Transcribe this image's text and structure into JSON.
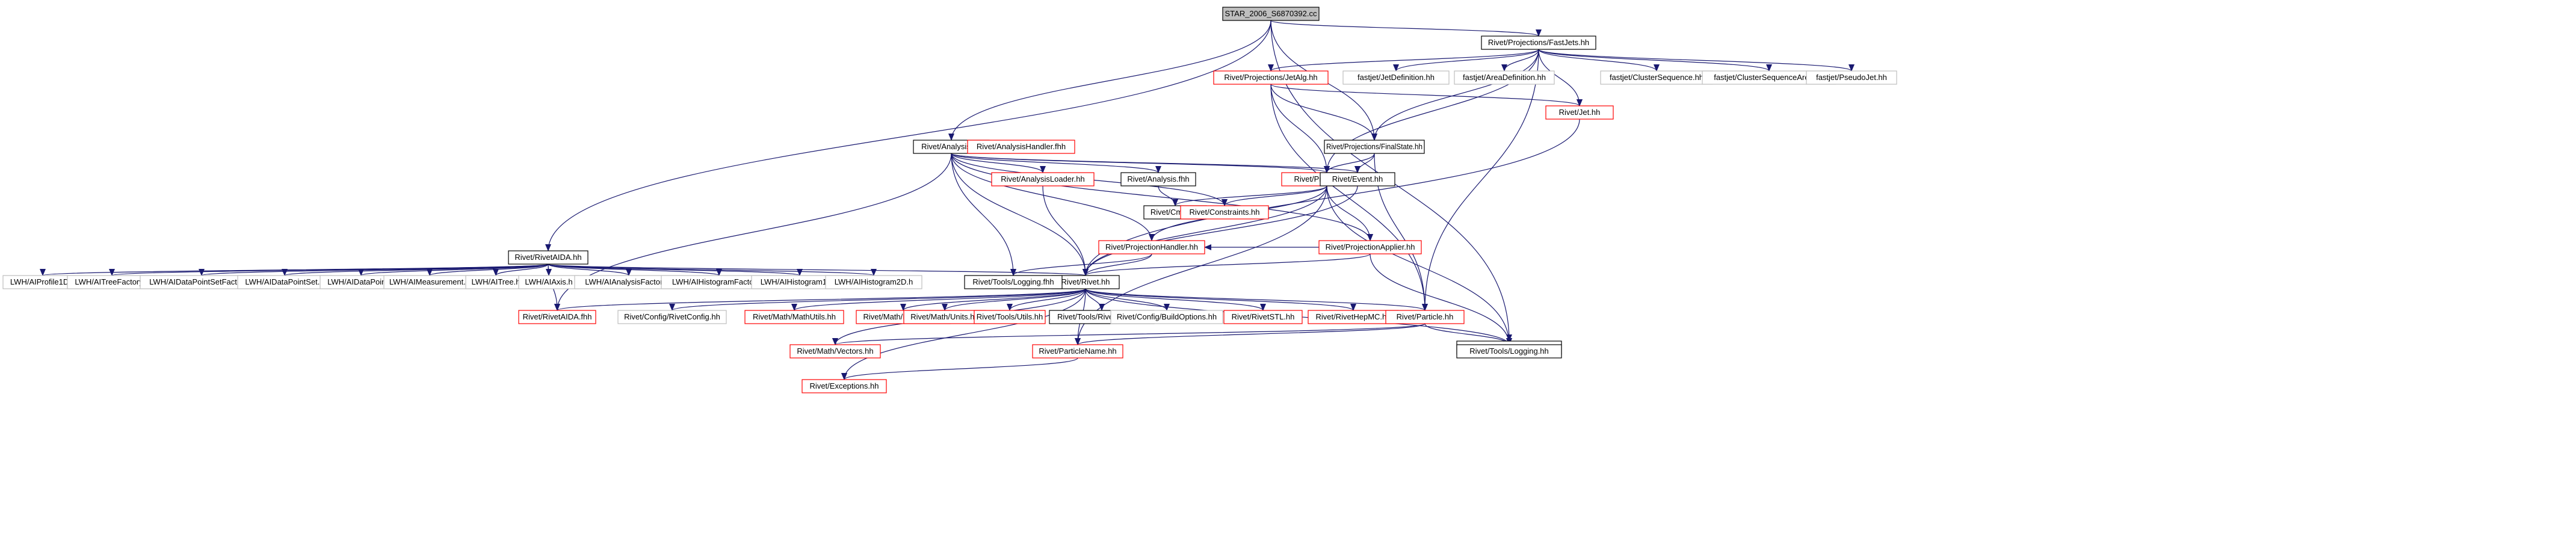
{
  "graph": {
    "root": "n0",
    "colors": {
      "normal": "#000000",
      "missing": "#ff0000",
      "external": "#bfbfbf",
      "root_fill": "#bfbfbf",
      "edge": "#191970"
    },
    "nodes": [
      {
        "id": "n0",
        "label": "STAR_2006_S6870392.cc",
        "kind": "root"
      },
      {
        "id": "n1",
        "label": "Rivet/Analysis.hh",
        "kind": "normal"
      },
      {
        "id": "n2",
        "label": "Rivet/Projections/FastJets.hh",
        "kind": "normal"
      },
      {
        "id": "n3",
        "label": "Rivet/Projections/FinalState.hh",
        "kind": "normal"
      },
      {
        "id": "n4",
        "label": "Rivet/RivetAIDA.hh",
        "kind": "normal"
      },
      {
        "id": "n5",
        "label": "Rivet/Tools/Logging.hh",
        "kind": "normal"
      },
      {
        "id": "n6",
        "label": "Rivet/Rivet.hh",
        "kind": "normal"
      },
      {
        "id": "n7",
        "label": "Rivet/AnalysisHandler.fhh",
        "kind": "missing"
      },
      {
        "id": "n8",
        "label": "Rivet/Projection.hh",
        "kind": "missing"
      },
      {
        "id": "n9",
        "label": "Rivet/Event.hh",
        "kind": "normal"
      },
      {
        "id": "n10",
        "label": "Rivet/Analysis.fhh",
        "kind": "normal"
      },
      {
        "id": "n11",
        "label": "Rivet/Cmp.fhh",
        "kind": "normal"
      },
      {
        "id": "n12",
        "label": "Rivet/Constraints.hh",
        "kind": "missing"
      },
      {
        "id": "n13",
        "label": "Rivet/ProjectionApplier.hh",
        "kind": "missing"
      },
      {
        "id": "n14",
        "label": "Rivet/ProjectionHandler.hh",
        "kind": "missing"
      },
      {
        "id": "n15",
        "label": "Rivet/Tools/Logging.fhh",
        "kind": "normal"
      },
      {
        "id": "n16",
        "label": "Rivet/AnalysisLoader.hh",
        "kind": "missing"
      },
      {
        "id": "n17",
        "label": "Rivet/Projections/JetAlg.hh",
        "kind": "missing"
      },
      {
        "id": "n18",
        "label": "fastjet/JetDefinition.hh",
        "kind": "external"
      },
      {
        "id": "n19",
        "label": "fastjet/AreaDefinition.hh",
        "kind": "external"
      },
      {
        "id": "n20",
        "label": "fastjet/ClusterSequence.hh",
        "kind": "external"
      },
      {
        "id": "n21",
        "label": "fastjet/ClusterSequenceArea.hh",
        "kind": "external"
      },
      {
        "id": "n22",
        "label": "fastjet/PseudoJet.hh",
        "kind": "external"
      },
      {
        "id": "n23",
        "label": "Rivet/Jet.hh",
        "kind": "missing"
      },
      {
        "id": "n24",
        "label": "Rivet/RivetAIDA.fhh",
        "kind": "missing"
      },
      {
        "id": "n25",
        "label": "Rivet/Config/RivetConfig.hh",
        "kind": "external"
      },
      {
        "id": "n26",
        "label": "Rivet/Math/MathUtils.hh",
        "kind": "missing"
      },
      {
        "id": "n27",
        "label": "Rivet/Math/Matrices.hh",
        "kind": "missing"
      },
      {
        "id": "n28",
        "label": "Rivet/Math/Units.hh",
        "kind": "missing"
      },
      {
        "id": "n29",
        "label": "Rivet/Tools/Utils.hh",
        "kind": "missing"
      },
      {
        "id": "n30",
        "label": "Rivet/Tools/RivetPaths.hh",
        "kind": "normal"
      },
      {
        "id": "n31",
        "label": "Rivet/Config/BuildOptions.hh",
        "kind": "external"
      },
      {
        "id": "n32",
        "label": "Rivet/RivetSTL.hh",
        "kind": "missing"
      },
      {
        "id": "n33",
        "label": "Rivet/RivetHepMC.hh",
        "kind": "missing"
      },
      {
        "id": "n34",
        "label": "Rivet/Particle.hh",
        "kind": "missing"
      },
      {
        "id": "n35",
        "label": "Rivet/Math/Vectors.hh",
        "kind": "missing"
      },
      {
        "id": "n36",
        "label": "Rivet/ParticleName.hh",
        "kind": "missing"
      },
      {
        "id": "n37",
        "label": "Rivet/Tools/Logging.hh",
        "kind": "normal"
      },
      {
        "id": "n38",
        "label": "Rivet/Exceptions.hh",
        "kind": "missing"
      },
      {
        "id": "n39",
        "label": "LWH/AIProfile1D.h",
        "kind": "external"
      },
      {
        "id": "n40",
        "label": "LWH/AITreeFactory.h",
        "kind": "external"
      },
      {
        "id": "n41",
        "label": "LWH/AIDataPointSetFactory.h",
        "kind": "external"
      },
      {
        "id": "n42",
        "label": "LWH/AIDataPointSet.h",
        "kind": "external"
      },
      {
        "id": "n43",
        "label": "LWH/AIDataPoint.h",
        "kind": "external"
      },
      {
        "id": "n44",
        "label": "LWH/AIMeasurement.h",
        "kind": "external"
      },
      {
        "id": "n45",
        "label": "LWH/AITree.h",
        "kind": "external"
      },
      {
        "id": "n46",
        "label": "LWH/AIAxis.h",
        "kind": "external"
      },
      {
        "id": "n47",
        "label": "LWH/AIAnalysisFactory.h",
        "kind": "external"
      },
      {
        "id": "n48",
        "label": "LWH/AIHistogramFactory.h",
        "kind": "external"
      },
      {
        "id": "n49",
        "label": "LWH/AIHistogram1D.h",
        "kind": "external"
      },
      {
        "id": "n50",
        "label": "LWH/AIHistogram2D.h",
        "kind": "external"
      }
    ],
    "edges": [
      [
        "n0",
        "n1"
      ],
      [
        "n0",
        "n2"
      ],
      [
        "n0",
        "n3"
      ],
      [
        "n0",
        "n4"
      ],
      [
        "n0",
        "n5"
      ],
      [
        "n1",
        "n6"
      ],
      [
        "n1",
        "n7"
      ],
      [
        "n1",
        "n8"
      ],
      [
        "n1",
        "n9"
      ],
      [
        "n1",
        "n10"
      ],
      [
        "n1",
        "n12"
      ],
      [
        "n1",
        "n13"
      ],
      [
        "n1",
        "n14"
      ],
      [
        "n1",
        "n15"
      ],
      [
        "n1",
        "n16"
      ],
      [
        "n1",
        "n24"
      ],
      [
        "n2",
        "n3"
      ],
      [
        "n2",
        "n17"
      ],
      [
        "n2",
        "n18"
      ],
      [
        "n2",
        "n19"
      ],
      [
        "n2",
        "n20"
      ],
      [
        "n2",
        "n21"
      ],
      [
        "n2",
        "n22"
      ],
      [
        "n2",
        "n23"
      ],
      [
        "n2",
        "n8"
      ],
      [
        "n2",
        "n34"
      ],
      [
        "n17",
        "n3"
      ],
      [
        "n17",
        "n8"
      ],
      [
        "n17",
        "n23"
      ],
      [
        "n17",
        "n34"
      ],
      [
        "n3",
        "n8"
      ],
      [
        "n3",
        "n9"
      ],
      [
        "n3",
        "n34"
      ],
      [
        "n9",
        "n8"
      ],
      [
        "n9",
        "n6"
      ],
      [
        "n8",
        "n11"
      ],
      [
        "n8",
        "n12"
      ],
      [
        "n8",
        "n13"
      ],
      [
        "n8",
        "n14"
      ],
      [
        "n8",
        "n6"
      ],
      [
        "n8",
        "n36"
      ],
      [
        "n8",
        "n37"
      ],
      [
        "n10",
        "n11"
      ],
      [
        "n13",
        "n14"
      ],
      [
        "n13",
        "n6"
      ],
      [
        "n13",
        "n37"
      ],
      [
        "n14",
        "n15"
      ],
      [
        "n14",
        "n6"
      ],
      [
        "n16",
        "n6"
      ],
      [
        "n23",
        "n6"
      ],
      [
        "n4",
        "n6"
      ],
      [
        "n4",
        "n24"
      ],
      [
        "n4",
        "n39"
      ],
      [
        "n4",
        "n40"
      ],
      [
        "n4",
        "n41"
      ],
      [
        "n4",
        "n42"
      ],
      [
        "n4",
        "n43"
      ],
      [
        "n4",
        "n44"
      ],
      [
        "n4",
        "n45"
      ],
      [
        "n4",
        "n46"
      ],
      [
        "n4",
        "n47"
      ],
      [
        "n4",
        "n48"
      ],
      [
        "n4",
        "n49"
      ],
      [
        "n4",
        "n50"
      ],
      [
        "n6",
        "n24"
      ],
      [
        "n6",
        "n25"
      ],
      [
        "n6",
        "n26"
      ],
      [
        "n6",
        "n27"
      ],
      [
        "n6",
        "n28"
      ],
      [
        "n6",
        "n29"
      ],
      [
        "n6",
        "n30"
      ],
      [
        "n6",
        "n31"
      ],
      [
        "n6",
        "n32"
      ],
      [
        "n6",
        "n33"
      ],
      [
        "n6",
        "n34"
      ],
      [
        "n6",
        "n35"
      ],
      [
        "n6",
        "n36"
      ],
      [
        "n6",
        "n37"
      ],
      [
        "n6",
        "n38"
      ],
      [
        "n34",
        "n35"
      ],
      [
        "n34",
        "n36"
      ],
      [
        "n34",
        "n37"
      ],
      [
        "n36",
        "n38"
      ]
    ]
  }
}
